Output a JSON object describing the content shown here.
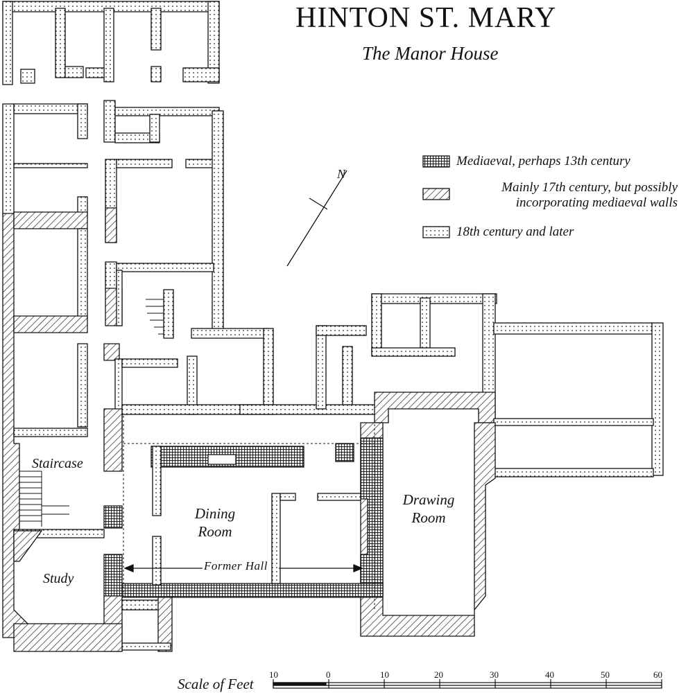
{
  "title": "HINTON ST. MARY",
  "subtitle": "The Manor House",
  "legend": [
    {
      "pattern": "grid",
      "label": "Mediaeval, perhaps 13th century"
    },
    {
      "pattern": "hatch",
      "label": "Mainly 17th century, but possibly incorporating mediaeval walls"
    },
    {
      "pattern": "dots",
      "label": "18th century and later"
    }
  ],
  "north_label": "N",
  "rooms": {
    "staircase": "Staircase",
    "study": "Study",
    "dining": "Dining Room",
    "drawing": "Drawing Room",
    "former_hall": "Former Hall"
  },
  "scale": {
    "label": "Scale of Feet",
    "ticks": [
      "10",
      "0",
      "10",
      "20",
      "30",
      "40",
      "50",
      "60"
    ]
  }
}
